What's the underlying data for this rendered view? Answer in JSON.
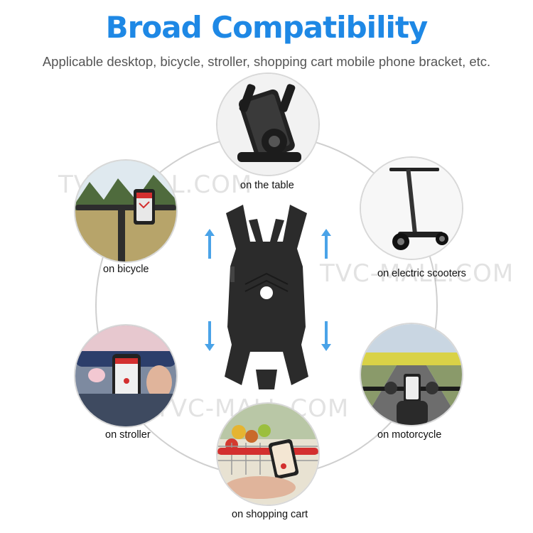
{
  "header": {
    "title": "Broad Compatibility",
    "subtitle": "Applicable desktop, bicycle, stroller, shopping cart mobile phone bracket, etc."
  },
  "watermark": {
    "text_1": "TVC-MALL.COM",
    "text_2": "TVC-MALL.COM",
    "text_3": "TVC-MALL.COM"
  },
  "uses": [
    {
      "label": "on the table",
      "icon": "phone-on-table"
    },
    {
      "label": "on electric scooters",
      "icon": "electric-scooter"
    },
    {
      "label": "on motorcycle",
      "icon": "motorcycle"
    },
    {
      "label": "on shopping cart",
      "icon": "shopping-cart"
    },
    {
      "label": "on stroller",
      "icon": "stroller"
    },
    {
      "label": "on bicycle",
      "icon": "bicycle"
    }
  ],
  "colors": {
    "title": "#1e88e5",
    "arrow": "#4aa3e8",
    "holder": "#2b2b2b",
    "ring": "#cfcfcf"
  }
}
